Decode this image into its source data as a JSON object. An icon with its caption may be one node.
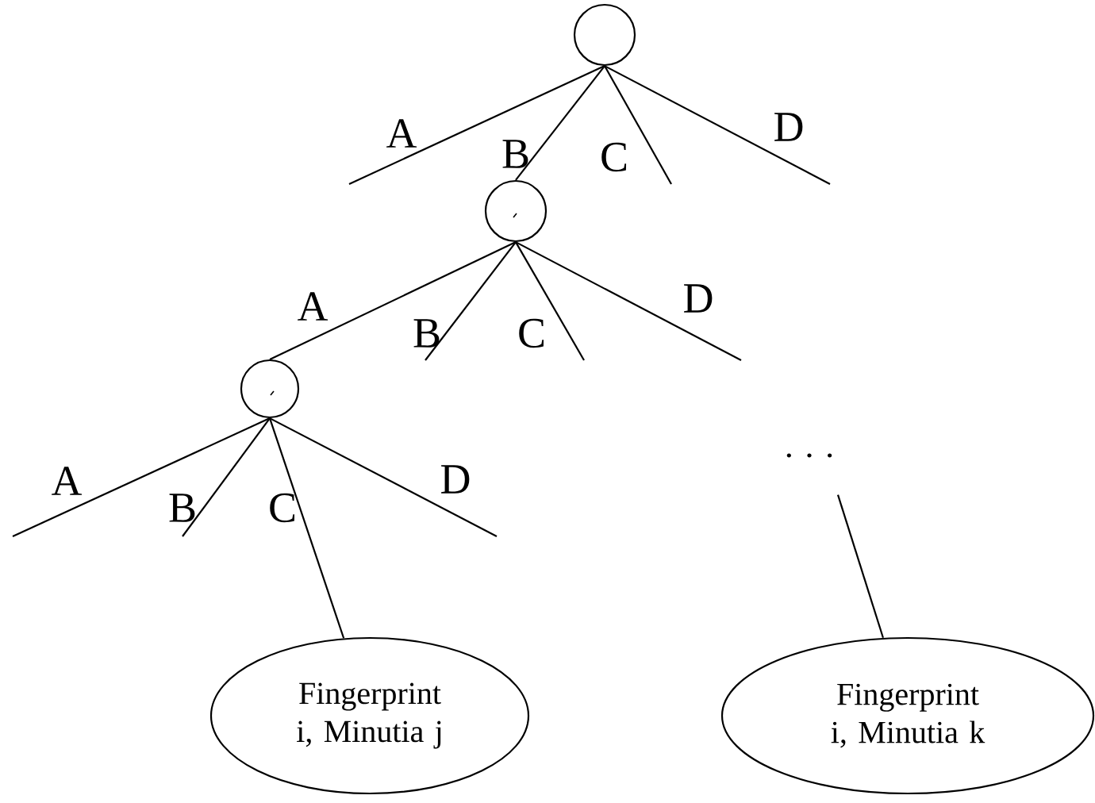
{
  "diagram": {
    "nodes": [
      {
        "text": [],
        "shape": "circle"
      },
      {
        "text": [],
        "shape": "circle"
      },
      {
        "text": [],
        "shape": "circle"
      },
      {
        "text": [
          "Fingerprint i, Minutia j"
        ]
      },
      {
        "text": [
          "Fingerprint i, Minutia k"
        ]
      },
      {
        "text": [
          ". . ."
        ]
      }
    ],
    "edges": [
      {
        "from": 0,
        "to": null,
        "arrow": "none",
        "label": "A"
      },
      {
        "from": 0,
        "to": 1,
        "arrow": "none",
        "label": "B"
      },
      {
        "from": 0,
        "to": null,
        "arrow": "none",
        "label": "C"
      },
      {
        "from": 0,
        "to": null,
        "arrow": "none",
        "label": "D"
      },
      {
        "from": 1,
        "to": 2,
        "arrow": "none",
        "label": "A"
      },
      {
        "from": 1,
        "to": null,
        "arrow": "none",
        "label": "B"
      },
      {
        "from": 1,
        "to": null,
        "arrow": "none",
        "label": "C"
      },
      {
        "from": 1,
        "to": null,
        "arrow": "none",
        "label": "D"
      },
      {
        "from": 2,
        "to": null,
        "arrow": "none",
        "label": "A"
      },
      {
        "from": 2,
        "to": null,
        "arrow": "none",
        "label": "B"
      },
      {
        "from": 2,
        "to": 3,
        "arrow": "none",
        "label": "C"
      },
      {
        "from": 2,
        "to": null,
        "arrow": "none",
        "label": "D"
      },
      {
        "from": 5,
        "to": 4,
        "arrow": "none"
      }
    ]
  }
}
